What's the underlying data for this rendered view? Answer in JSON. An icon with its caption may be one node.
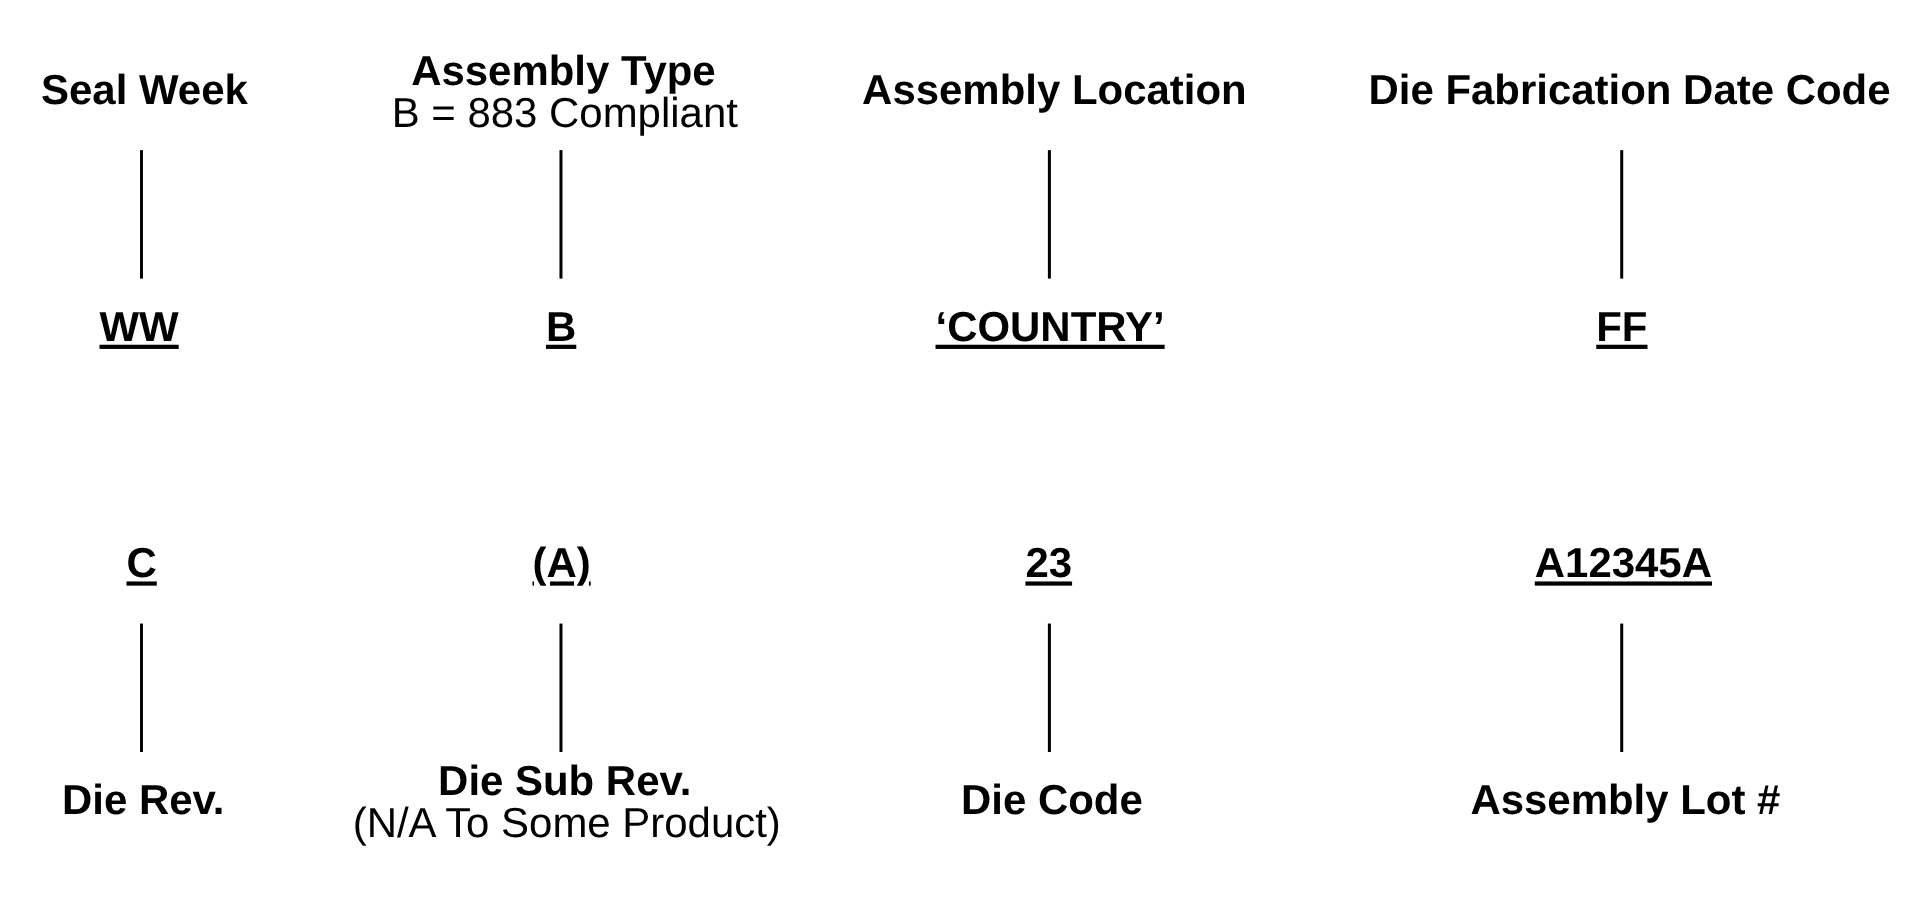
{
  "diagram": {
    "nodes": [
      {
        "text": [
          "Seal Week"
        ]
      },
      {
        "text": [
          "Assembly Type",
          "B = 883 Compliant"
        ]
      },
      {
        "text": [
          "Assembly Location"
        ]
      },
      {
        "text": [
          "Die Fabrication Date Code"
        ]
      },
      {
        "text": [
          "‘COUNTRY’"
        ]
      },
      {
        "text": [
          "WW"
        ]
      },
      {
        "text": [
          "B"
        ]
      },
      {
        "text": [
          "FF"
        ]
      },
      {
        "text": [
          "23"
        ]
      },
      {
        "text": [
          "C"
        ]
      },
      {
        "text": [
          "(A)"
        ]
      },
      {
        "text": [
          "A12345A"
        ]
      },
      {
        "text": [
          "Die Code"
        ]
      },
      {
        "text": [
          "Assembly Lot #"
        ]
      },
      {
        "text": [
          "Die Sub Rev.",
          "(N/A To Some Product)"
        ]
      },
      {
        "text": [
          "Die Rev."
        ]
      }
    ],
    "edges": [
      {
        "from": 2,
        "to": 4,
        "arrow": "none"
      },
      {
        "from": 0,
        "to": 5,
        "arrow": "none"
      },
      {
        "from": 1,
        "to": 6,
        "arrow": "none"
      },
      {
        "from": 3,
        "to": 7,
        "arrow": "none"
      },
      {
        "from": 12,
        "to": 8,
        "arrow": "none"
      },
      {
        "from": 15,
        "to": 9,
        "arrow": "none"
      },
      {
        "from": 14,
        "to": 10,
        "arrow": "none"
      },
      {
        "from": 13,
        "to": 11,
        "arrow": "none"
      }
    ]
  }
}
